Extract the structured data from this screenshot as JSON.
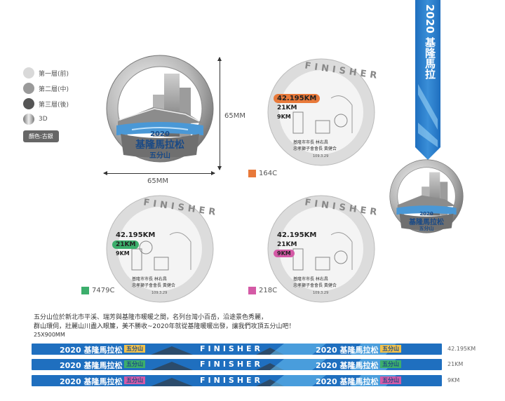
{
  "legend": {
    "items": [
      {
        "label": "第一層(前)",
        "color": "#d9d9d9"
      },
      {
        "label": "第二層(中)",
        "color": "#9a9a9a"
      },
      {
        "label": "第三層(後)",
        "color": "#555555"
      },
      {
        "label": "3D",
        "color": "#b5b5b5"
      }
    ],
    "color_tag": "顏色:古銀"
  },
  "dimensions": {
    "height_label": "65MM",
    "width_label": "65MM"
  },
  "medal_front": {
    "year": "2020",
    "title": "基隆馬拉松",
    "subtitle": "五分山"
  },
  "medal_back": {
    "finisher": "FINISHER",
    "distances": [
      "42.195KM",
      "21KM",
      "9KM"
    ],
    "line1": "基隆市市長 林右昌",
    "line2": "忠孝獅子會會長 黃健合",
    "date": "109.3.29",
    "pms_codes": [
      "164C",
      "7479C",
      "218C"
    ]
  },
  "colors": {
    "orange": "#e8793a",
    "green": "#3cae6c",
    "pink": "#d45aa6",
    "ribbon_blue": "#1f6fbf",
    "ribbon_light": "#66bdf0"
  },
  "lanyard": {
    "text": "2020 基隆馬拉"
  },
  "description": {
    "line1": "五分山位於新北市平溪、瑞芳與基隆市暖暖之間，名列台灣小百岳，沿途景色秀麗，",
    "line2": "群山環伺，壯麗山川盡入眼簾，美不勝收~2020年就從基隆暖暖出發，讓我們攻頂五分山吧！",
    "size": "25X900MM"
  },
  "ribbons": [
    {
      "year_title": "2020 基隆馬拉松",
      "sub": "五分山",
      "finisher": "FINISHER",
      "label": "42.195KM"
    },
    {
      "year_title": "2020 基隆馬拉松",
      "sub": "五分山",
      "finisher": "FINISHER",
      "label": "21KM"
    },
    {
      "year_title": "2020 基隆馬拉松",
      "sub": "五分山",
      "finisher": "FINISHER",
      "label": "9KM"
    }
  ]
}
